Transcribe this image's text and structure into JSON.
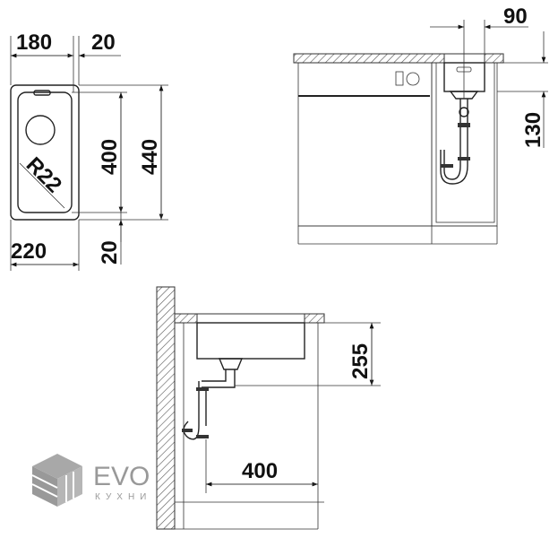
{
  "top_view": {
    "dim_width_bowl": "180",
    "dim_rim_top": "20",
    "dim_width_total": "220",
    "dim_length_bowl": "400",
    "dim_length_total": "440",
    "dim_rim_bottom": "20",
    "dim_radius": "R22"
  },
  "front_view": {
    "dim_offset": "90",
    "dim_depth": "130"
  },
  "side_view": {
    "dim_height": "255",
    "dim_wall_distance": "400"
  },
  "logo": {
    "brand": "EVO",
    "subtitle": "КУХНИ"
  },
  "colors": {
    "line": "#222222",
    "logo": "#888888"
  }
}
